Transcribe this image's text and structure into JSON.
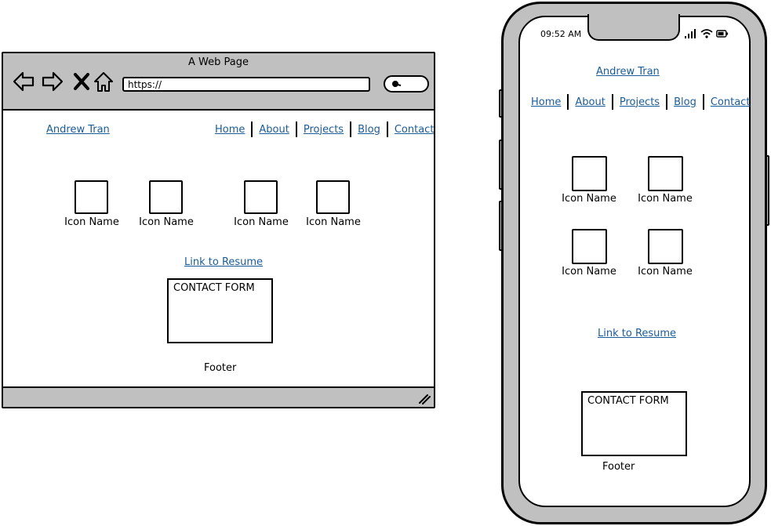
{
  "browser": {
    "title": "A Web Page",
    "url": "https://",
    "site": {
      "name": "Andrew Tran",
      "nav": [
        "Home",
        "About",
        "Projects",
        "Blog",
        "Contact"
      ],
      "icons": [
        "Icon Name",
        "Icon Name",
        "Icon Name",
        "Icon Name"
      ],
      "resume_link": "Link to Resume",
      "contact_form": "CONTACT FORM",
      "footer": "Footer"
    }
  },
  "phone": {
    "status_time": "09:52 AM",
    "site": {
      "name": "Andrew Tran",
      "nav": [
        "Home",
        "About",
        "Projects",
        "Blog",
        "Contact"
      ],
      "icons": [
        "Icon Name",
        "Icon Name",
        "Icon Name",
        "Icon Name"
      ],
      "resume_link": "Link to Resume",
      "contact_form": "CONTACT FORM",
      "footer": "Footer"
    }
  },
  "colors": {
    "link": "#1a5c99",
    "chrome": "#c0c0c0"
  }
}
